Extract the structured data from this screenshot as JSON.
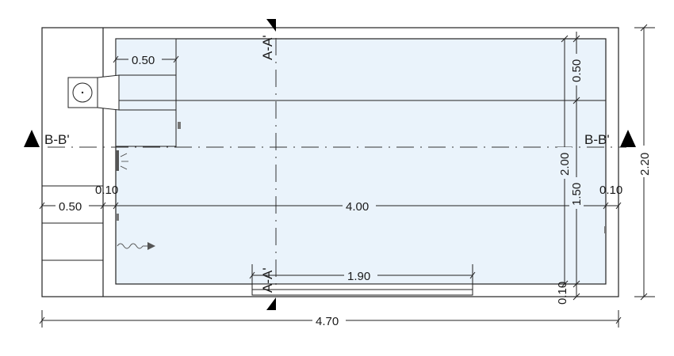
{
  "plan": {
    "section_aa_top": "A-A'",
    "section_aa_bottom": "A-A'",
    "section_bb_left": "B-B'",
    "section_bb_right": "B-B'"
  },
  "dimensions": {
    "step_width_top": "0.50",
    "step_width_left": "0.50",
    "wall_left": "0.10",
    "wall_right": "0.10",
    "wall_bottom": "0.10",
    "pool_length": "4.00",
    "pool_width": "2.00",
    "shallow_zone": "0.50",
    "deep_zone": "1.50",
    "total_width": "2.20",
    "total_length": "4.70",
    "bench_length": "1.90"
  },
  "colors": {
    "water": "#eaf3fb",
    "line": "#1a1a1a",
    "marker": "#000000"
  }
}
